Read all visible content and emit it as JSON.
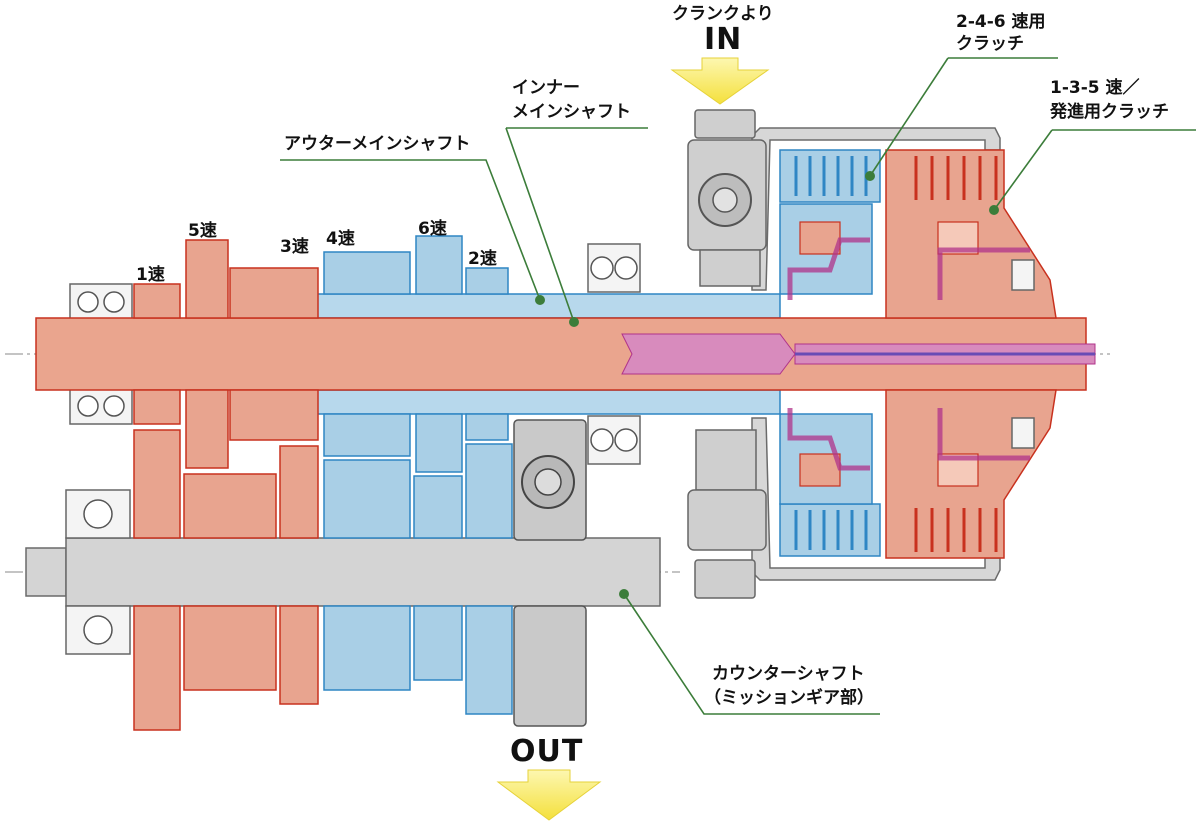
{
  "input": {
    "label": "クランクより",
    "big": "IN"
  },
  "output": {
    "big": "OUT"
  },
  "clutch_even": {
    "line1": "2-4-6 速用",
    "line2": "クラッチ"
  },
  "clutch_odd": {
    "line1": "1-3-5 速／",
    "line2": "発進用クラッチ"
  },
  "inner_shaft": {
    "line1": "インナー",
    "line2": "メインシャフト"
  },
  "outer_shaft": {
    "label": "アウターメインシャフト"
  },
  "counter_shaft": {
    "line1": "カウンターシャフト",
    "line2": "（ミッションギア部）"
  },
  "gears": {
    "g1": "1速",
    "g2": "2速",
    "g3": "3速",
    "g4": "4速",
    "g5": "5速",
    "g6": "6速"
  },
  "colors": {
    "odd_fill": "#e8a48f",
    "odd_stroke": "#c8311e",
    "even_fill": "#a9cfe6",
    "even_stroke": "#2f86c4",
    "housing_fill": "#cfcfcf",
    "housing_stroke": "#666666",
    "inner_shaft_fill": "#d78abb",
    "inner_shaft_stroke": "#b0338a",
    "arrow_fill": "#fbf07a",
    "arrow_stroke": "#e6d23a",
    "leader_line": "#3c7d3a"
  }
}
